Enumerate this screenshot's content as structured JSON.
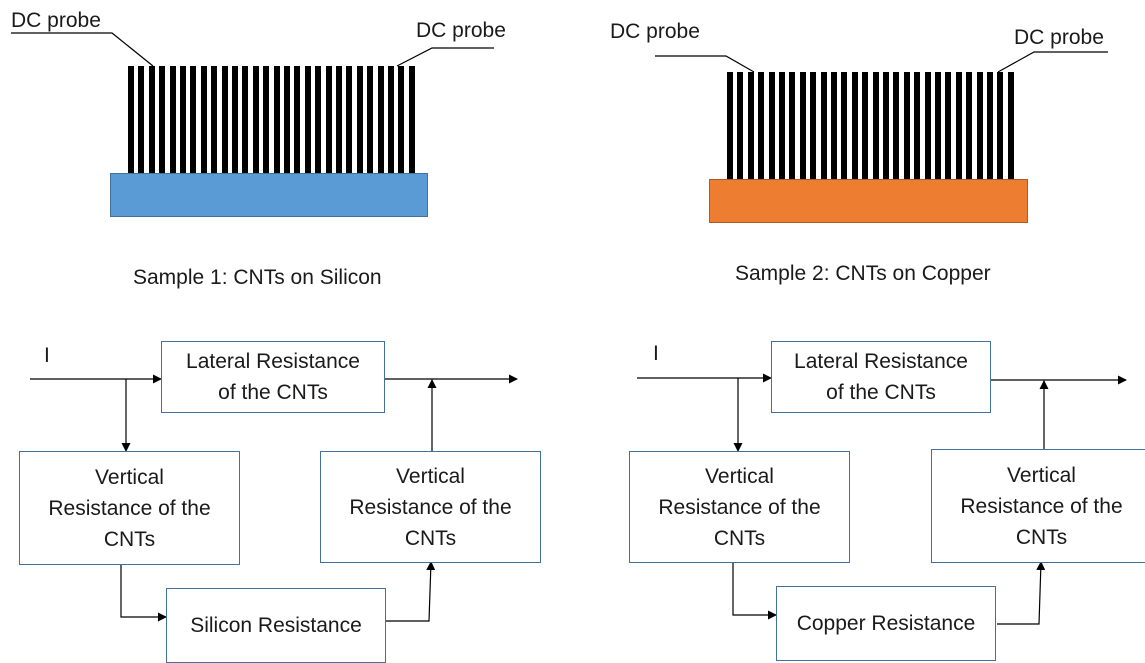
{
  "sample1": {
    "probe_left": "DC probe",
    "probe_right": "DC probe",
    "caption": "Sample 1: CNTs on Silicon",
    "substrate_color": "#5b9bd5"
  },
  "sample2": {
    "probe_left": "DC probe",
    "probe_right": "DC probe",
    "caption": "Sample 2: CNTs on Copper",
    "substrate_color": "#ed7d31"
  },
  "circuit1": {
    "current_label": "I",
    "lateral": "Lateral Resistance\nof the CNTs",
    "vertical_left": "Vertical\nResistance of the\nCNTs",
    "vertical_right": "Vertical\nResistance of the\nCNTs",
    "substrate_resistance": "Silicon Resistance"
  },
  "circuit2": {
    "current_label": "I",
    "lateral": "Lateral Resistance\nof the CNTs",
    "vertical_left": "Vertical\nResistance of the\nCNTs",
    "vertical_right": "Vertical\nResistance of the\nCNTs",
    "substrate_resistance": "Copper Resistance"
  },
  "colors": {
    "cnt": "#000000",
    "box_border": "#41719c",
    "wire": "#000000"
  }
}
